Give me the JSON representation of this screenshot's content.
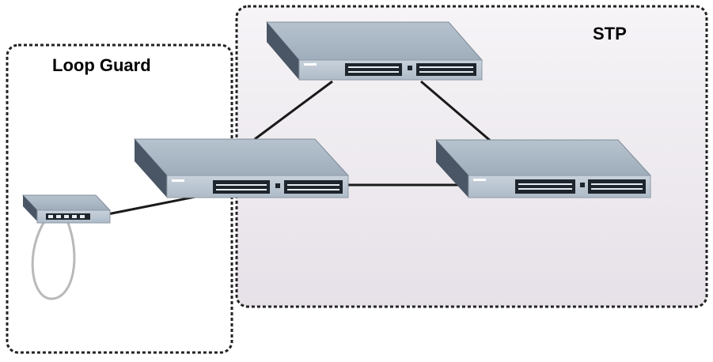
{
  "zones": {
    "loop_guard": {
      "label": "Loop Guard"
    },
    "stp": {
      "label": "STP"
    }
  },
  "devices": [
    {
      "id": "stp-top-switch",
      "kind": "switch-24port"
    },
    {
      "id": "stp-right-switch",
      "kind": "switch-24port"
    },
    {
      "id": "core-switch",
      "kind": "switch-24port"
    },
    {
      "id": "small-hub",
      "kind": "switch-5port"
    }
  ],
  "links": [
    {
      "from": "core-switch",
      "to": "stp-top-switch"
    },
    {
      "from": "stp-top-switch",
      "to": "stp-right-switch"
    },
    {
      "from": "core-switch",
      "to": "stp-right-switch"
    },
    {
      "from": "small-hub",
      "to": "core-switch"
    },
    {
      "from": "small-hub",
      "to": "small-hub",
      "style": "loop-cable"
    }
  ],
  "colors": {
    "switch_top": "#a9b7c5",
    "switch_front": "#bfcad5",
    "switch_side": "#4a5665",
    "port_block": "#1e252d",
    "link": "#1a1a1a",
    "loop_cable": "#b9b9b9",
    "zone_border": "#222222",
    "stp_fill": "#ece8ee"
  }
}
